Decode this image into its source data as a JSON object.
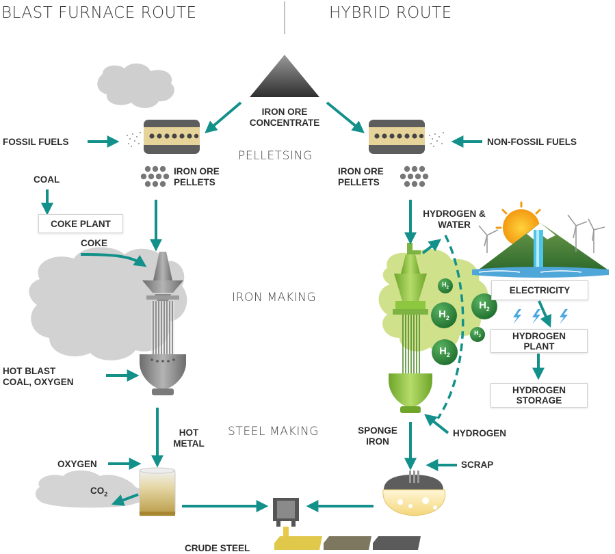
{
  "headers": {
    "left": "BLAST FURNACE ROUTE",
    "right": "HYBRID ROUTE"
  },
  "stages": {
    "pelletising": "PELLETSING",
    "iron_making": "IRON MAKING",
    "steel_making": "STEEL MAKING"
  },
  "labels": {
    "iron_ore_concentrate_1": "IRON ORE",
    "iron_ore_concentrate_2": "CONCENTRATE",
    "fossil_fuels": "FOSSIL FUELS",
    "non_fossil_fuels": "NON-FOSSIL FUELS",
    "pellets_left_1": "IRON ORE",
    "pellets_left_2": "PELLETS",
    "pellets_right_1": "IRON ORE",
    "pellets_right_2": "PELLETS",
    "coal": "COAL",
    "coke": "COKE",
    "hot_blast_1": "HOT BLAST",
    "hot_blast_2": "COAL, OXYGEN",
    "hot_metal_1": "HOT",
    "hot_metal_2": "METAL",
    "oxygen": "OXYGEN",
    "co2": "CO",
    "co2_sub": "2",
    "hydrogen_water_1": "HYDROGEN &",
    "hydrogen_water_2": "WATER",
    "hydrogen": "HYDROGEN",
    "sponge_iron_1": "SPONGE",
    "sponge_iron_2": "IRON",
    "scrap": "SCRAP",
    "crude_steel": "CRUDE STEEL",
    "h2": "H",
    "h2_sub": "2"
  },
  "boxes": {
    "coke_plant": "COKE PLANT",
    "electricity": "ELECTRICITY",
    "hydrogen_plant_1": "HYDROGEN",
    "hydrogen_plant_2": "PLANT",
    "hydrogen_storage_1": "HYDROGEN",
    "hydrogen_storage_2": "STORAGE"
  },
  "colors": {
    "arrow_teal": "#13908a",
    "green_glow": "#c8dc78",
    "green_equipment": "#8dc63f",
    "h2_bubble": "#2e8a3e",
    "grey_equipment": "#8a8a8a",
    "smoke_grey": "#d2d2d2",
    "text": "#2b2b2b"
  }
}
